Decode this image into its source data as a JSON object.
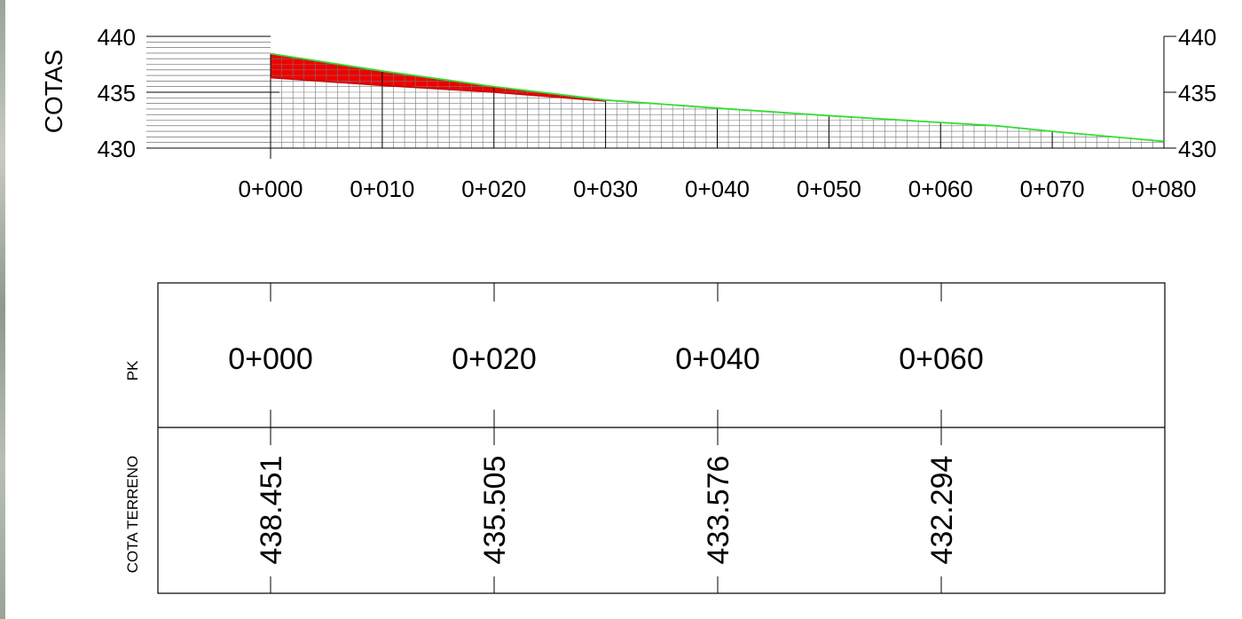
{
  "chart_data": {
    "type": "area",
    "ylabel": "COTAS",
    "ylim": [
      430,
      440
    ],
    "yticks": [
      "430",
      "435",
      "440"
    ],
    "xlim": [
      0,
      80
    ],
    "xticks": [
      {
        "v": 0,
        "label": "0+000"
      },
      {
        "v": 10,
        "label": "0+010"
      },
      {
        "v": 20,
        "label": "0+020"
      },
      {
        "v": 30,
        "label": "0+030"
      },
      {
        "v": 40,
        "label": "0+040"
      },
      {
        "v": 50,
        "label": "0+050"
      },
      {
        "v": 60,
        "label": "0+060"
      },
      {
        "v": 70,
        "label": "0+070"
      },
      {
        "v": 80,
        "label": "0+080"
      }
    ],
    "series": [
      {
        "x": [
          0,
          10,
          20,
          30,
          40,
          50,
          60,
          65,
          70,
          80
        ],
        "y": [
          438.451,
          436.9,
          435.505,
          434.3,
          433.576,
          432.9,
          432.294,
          432.0,
          431.5,
          430.6
        ],
        "color": "#33dd33"
      },
      {
        "x": [
          0,
          10,
          20,
          30
        ],
        "y": [
          436.3,
          435.6,
          435.0,
          434.2
        ],
        "color": "#cc0000"
      }
    ],
    "fill_color": "#ee0000",
    "grid": true
  },
  "table": {
    "rows": [
      {
        "label": "PK",
        "values": [
          "0+000",
          "0+020",
          "0+040",
          "0+060"
        ]
      },
      {
        "label": "COTA TERRENO",
        "values": [
          "438.451",
          "435.505",
          "433.576",
          "432.294"
        ]
      }
    ]
  }
}
